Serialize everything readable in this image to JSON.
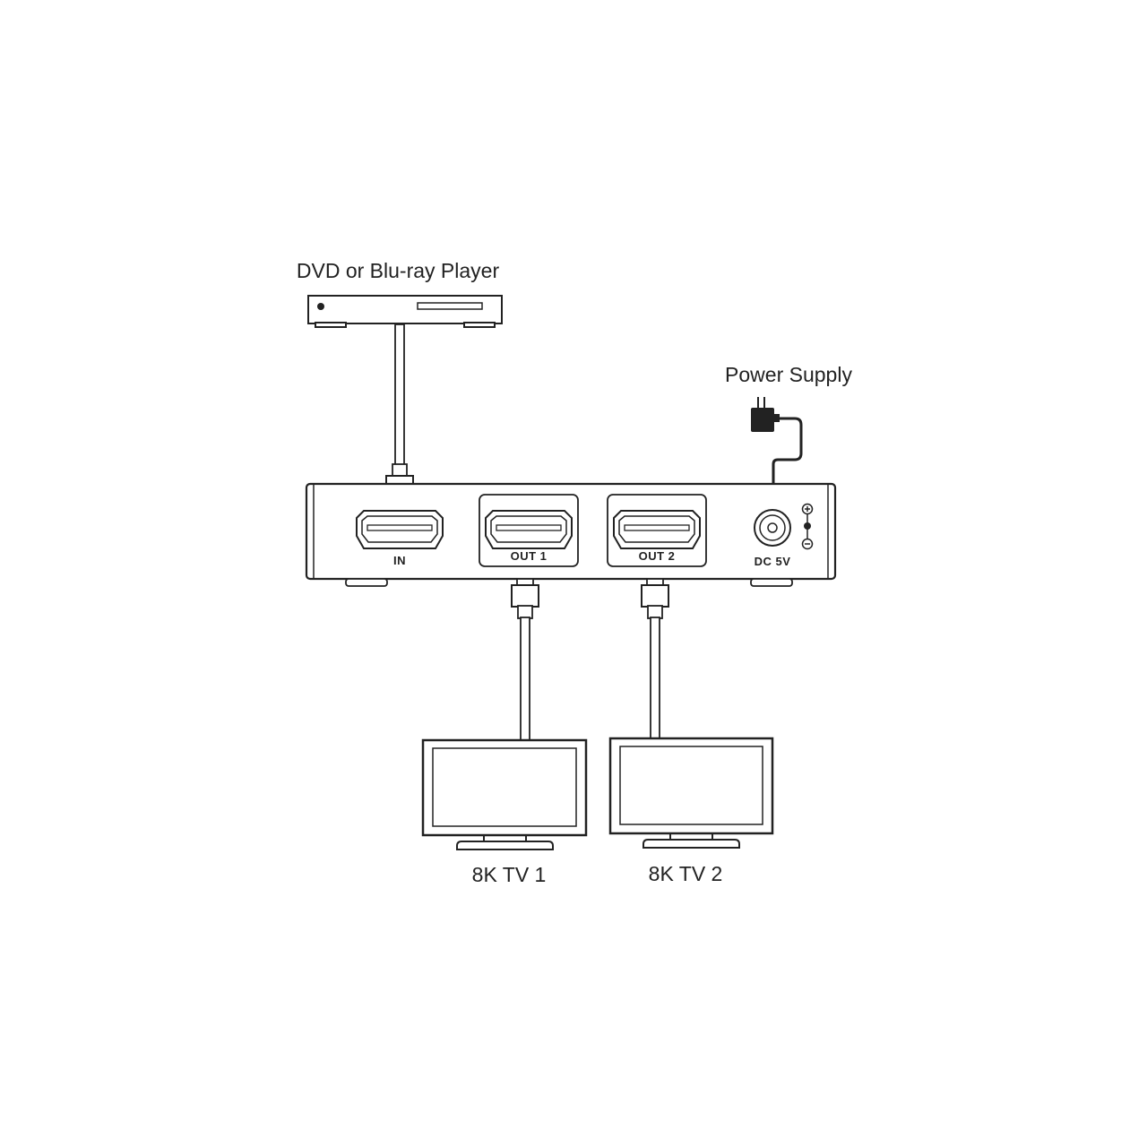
{
  "labels": {
    "player": "DVD or Blu-ray Player",
    "power": "Power Supply",
    "tv1": "8K TV 1",
    "tv2": "8K TV 2",
    "port_in": "IN",
    "port_out1": "OUT 1",
    "port_out2": "OUT 2",
    "port_dc": "DC 5V",
    "polarity_plus": "+",
    "polarity_minus": "−"
  },
  "colors": {
    "line": "#222222",
    "fill": "#ffffff"
  }
}
